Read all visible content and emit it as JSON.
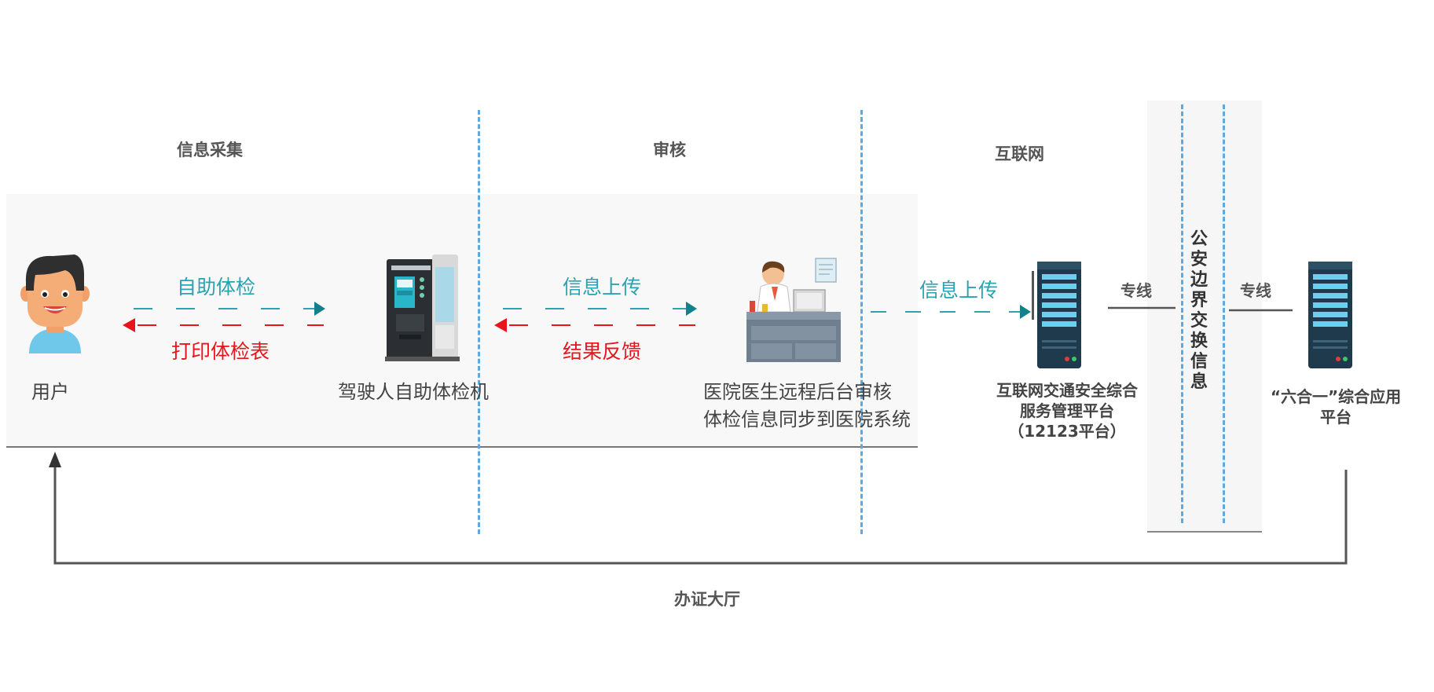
{
  "sections": {
    "collect": "信息采集",
    "review": "审核",
    "internet": "互联网",
    "hall": "办证大厅"
  },
  "nodes": {
    "user": "用户",
    "machine": "驾驶人自助体检机",
    "doctor_line1": "医院医生远程后台审核",
    "doctor_line2": "体检信息同步到医院系统",
    "platform_line1": "互联网交通安全综合",
    "platform_line2": "服务管理平台",
    "platform_line3": "（12123平台）",
    "sixinone_line1": "“六合一”综合应用",
    "sixinone_line2": "平台"
  },
  "flows": {
    "self_exam": "自助体检",
    "print_form": "打印体检表",
    "upload_1": "信息上传",
    "feedback": "结果反馈",
    "upload_2": "信息上传",
    "dedicated_1": "专线",
    "dedicated_2": "专线"
  },
  "exchange_chars": [
    "公",
    "安",
    "边",
    "界",
    "交",
    "换",
    "信",
    "息"
  ],
  "colors": {
    "teal": "#2aa2b0",
    "red": "#e8141d",
    "divider_blue": "#5ea9e0",
    "server_dark": "#1e3a4c",
    "server_light": "#6ad0ee"
  }
}
